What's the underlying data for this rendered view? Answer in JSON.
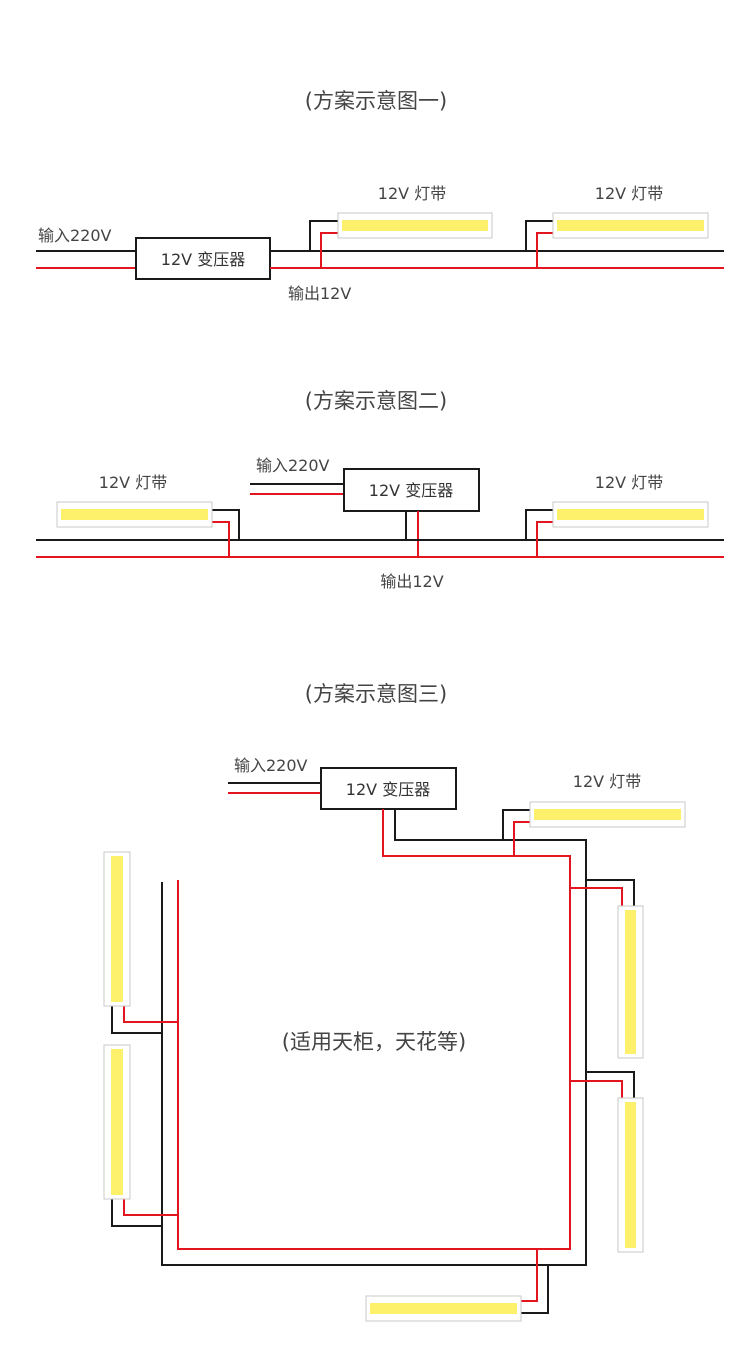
{
  "colors": {
    "black_wire": "#1a1a1a",
    "red_wire": "#e3151f",
    "led": "#fdf06a"
  },
  "scheme1": {
    "title": "(方案示意图一)",
    "input_label": "输入220V",
    "transformer_label": "12V 变压器",
    "output_label": "输出12V",
    "strip_labels": [
      "12V 灯带",
      "12V 灯带"
    ]
  },
  "scheme2": {
    "title": "(方案示意图二)",
    "input_label": "输入220V",
    "transformer_label": "12V 变压器",
    "output_label": "输出12V",
    "strip_labels": [
      "12V 灯带",
      "12V 灯带"
    ]
  },
  "scheme3": {
    "title": "(方案示意图三)",
    "input_label": "输入220V",
    "transformer_label": "12V 变压器",
    "strip_label": "12V 灯带",
    "center_note": "(适用天柜，天花等)"
  }
}
